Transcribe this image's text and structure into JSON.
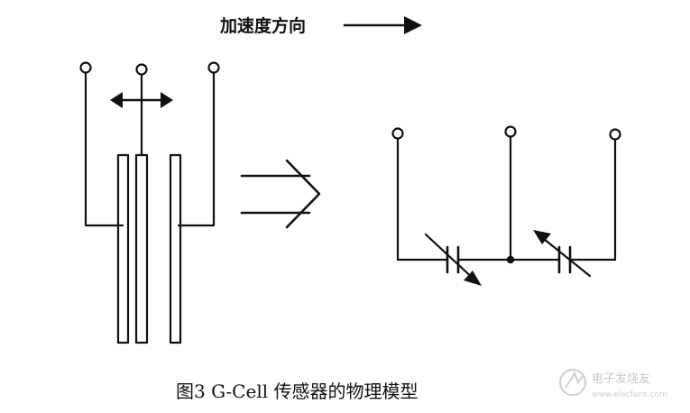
{
  "diagram": {
    "heading": "加速度方向",
    "caption": "图3   G-Cell 传感器的物理模型"
  },
  "watermark": {
    "brand": "电子发烧友",
    "url": "www.elecfans.com"
  }
}
